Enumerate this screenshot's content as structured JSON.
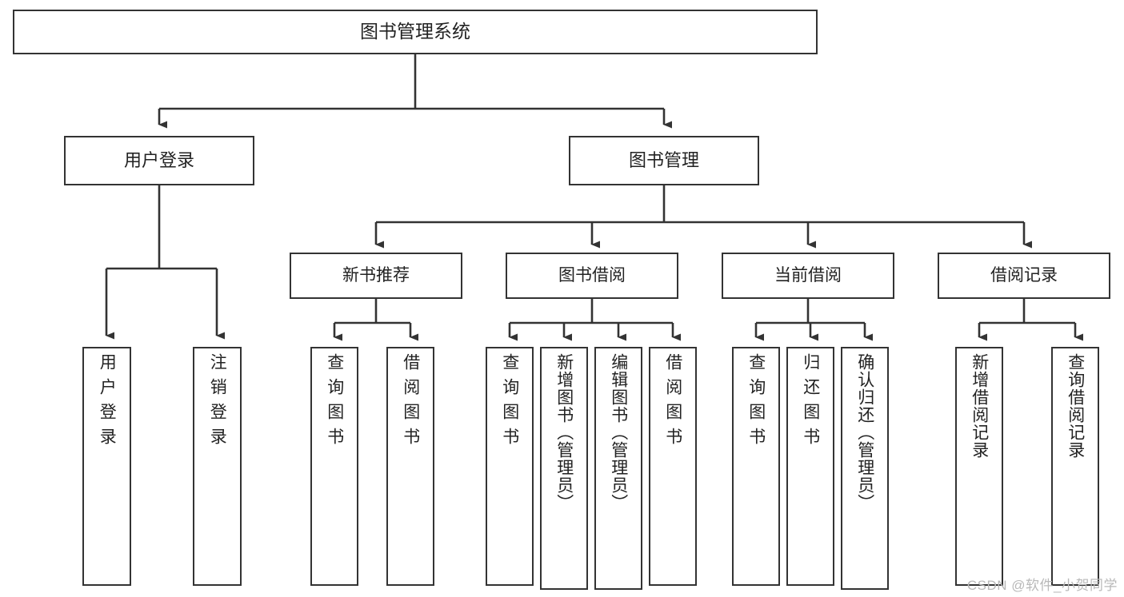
{
  "diagram": {
    "title": "图书管理系统",
    "type": "tree",
    "root": {
      "id": "root",
      "label": "图书管理系统"
    },
    "level1": [
      {
        "id": "user-login",
        "label": "用户登录"
      },
      {
        "id": "book-management",
        "label": "图书管理"
      }
    ],
    "level2": [
      {
        "id": "new-book-recommend",
        "label": "新书推荐",
        "parent": "book-management"
      },
      {
        "id": "book-borrow",
        "label": "图书借阅",
        "parent": "book-management"
      },
      {
        "id": "current-borrow",
        "label": "当前借阅",
        "parent": "book-management"
      },
      {
        "id": "borrow-record",
        "label": "借阅记录",
        "parent": "book-management"
      }
    ],
    "leaves": [
      {
        "id": "leaf-user-login",
        "label": "用户登录",
        "parent": "user-login"
      },
      {
        "id": "leaf-logout",
        "label": "注销登录",
        "parent": "user-login"
      },
      {
        "id": "leaf-query-book-1",
        "label": "查询图书",
        "parent": "new-book-recommend"
      },
      {
        "id": "leaf-borrow-book-1",
        "label": "借阅图书",
        "parent": "new-book-recommend"
      },
      {
        "id": "leaf-query-book-2",
        "label": "查询图书",
        "parent": "book-borrow"
      },
      {
        "id": "leaf-add-book",
        "label": "新增图书（管理员）",
        "parent": "book-borrow"
      },
      {
        "id": "leaf-edit-book",
        "label": "编辑图书（管理员）",
        "parent": "book-borrow"
      },
      {
        "id": "leaf-borrow-book-2",
        "label": "借阅图书",
        "parent": "book-borrow"
      },
      {
        "id": "leaf-query-book-3",
        "label": "查询图书",
        "parent": "current-borrow"
      },
      {
        "id": "leaf-return-book",
        "label": "归还图书",
        "parent": "current-borrow"
      },
      {
        "id": "leaf-confirm-return",
        "label": "确认归还（管理员）",
        "parent": "current-borrow"
      },
      {
        "id": "leaf-add-record",
        "label": "新增借阅记录",
        "parent": "borrow-record"
      },
      {
        "id": "leaf-query-record",
        "label": "查询借阅记录",
        "parent": "borrow-record"
      }
    ],
    "colors": {
      "stroke": "#333333",
      "fill": "#ffffff",
      "text": "#222222",
      "watermark": "#b9b9b9"
    }
  },
  "watermark": {
    "text": "CSDN @软件_小贺同学"
  }
}
